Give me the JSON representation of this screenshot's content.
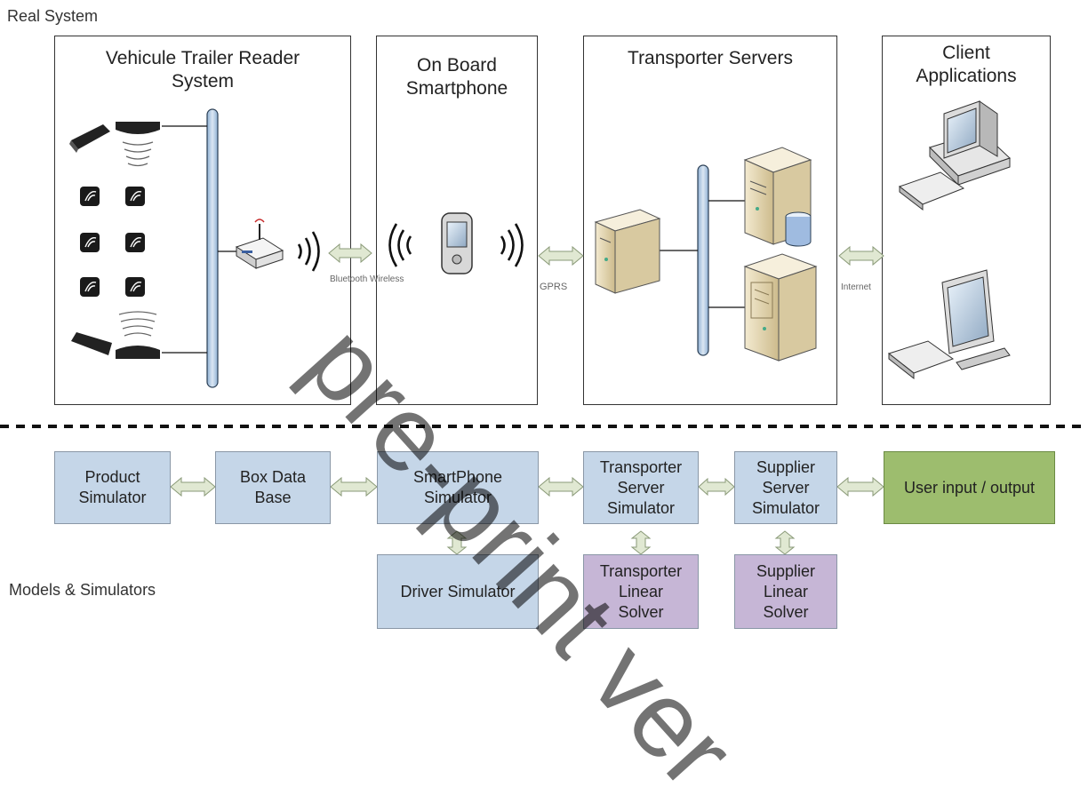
{
  "real_system": {
    "label": "Real System",
    "panels": {
      "reader": "Vehicule Trailer Reader\nSystem",
      "smartphone": "On Board\nSmartphone",
      "servers": "Transporter Servers",
      "clients": "Client\nApplications"
    },
    "links": {
      "bluetooth": "Bluetooth\nWireless",
      "gprs": "GPRS",
      "internet": "Internet"
    }
  },
  "models": {
    "label": "Models & Simulators",
    "boxes": {
      "product_sim": "Product\nSimulator",
      "box_db": "Box Data\nBase",
      "smartphone_sim": "SmartPhone\nSimulator",
      "transporter_sim": "Transporter\nServer\nSimulator",
      "supplier_sim": "Supplier\nServer\nSimulator",
      "user_io": "User input / output",
      "driver_sim": "Driver Simulator",
      "transporter_solver": "Transporter\nLinear\nSolver",
      "supplier_solver": "Supplier\nLinear\nSolver"
    }
  },
  "watermark": "pre-print ver",
  "colors": {
    "simulator_box": "#c5d6e8",
    "solver_box": "#c6b6d6",
    "user_io_box": "#9dbd6e",
    "arrow_fill": "#e0e8d2",
    "bus": "#b8cde3"
  }
}
